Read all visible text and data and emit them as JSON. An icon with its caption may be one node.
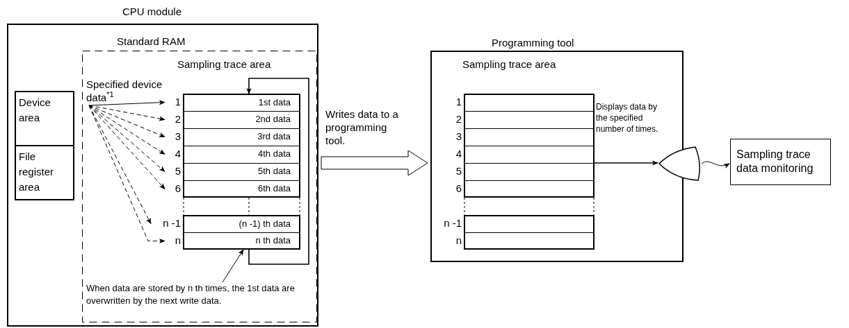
{
  "diagram": {
    "nodes": [
      {
        "text": [
          "CPU module"
        ]
      },
      {
        "text": [
          "Standard RAM"
        ],
        "in": 0
      },
      {
        "text": [
          "Device area"
        ],
        "in": 0
      },
      {
        "text": [
          "File register area"
        ],
        "in": 0
      },
      {
        "text": [
          "Sampling trace area"
        ],
        "in": 1
      },
      {
        "text": [
          "1st data"
        ],
        "in": 4,
        "beside": [
          "1"
        ]
      },
      {
        "text": [
          "2nd data"
        ],
        "in": 4,
        "beside": [
          "2"
        ]
      },
      {
        "text": [
          "3rd data"
        ],
        "in": 4,
        "beside": [
          "3"
        ]
      },
      {
        "text": [
          "4th data"
        ],
        "in": 4,
        "beside": [
          "4"
        ]
      },
      {
        "text": [
          "5th data"
        ],
        "in": 4,
        "beside": [
          "5"
        ]
      },
      {
        "text": [
          "6th data"
        ],
        "in": 4,
        "beside": [
          "6"
        ]
      },
      {
        "text": [
          "(n -1) th data"
        ],
        "in": 4,
        "beside": [
          "n -1"
        ]
      },
      {
        "text": [
          "n th data"
        ],
        "in": 4,
        "beside": [
          "n"
        ]
      },
      {
        "text": [
          "Specified device data$^{*1}$"
        ],
        "in": 1
      },
      {
        "text": [
          "When data are stored by n th times, the 1st data are overwritten by the next write data."
        ],
        "in": 1
      },
      {
        "text": [
          "Programming tool"
        ]
      },
      {
        "text": [
          "Sampling trace area"
        ],
        "in": 15
      },
      {
        "text": [],
        "shape": "box",
        "in": 16,
        "beside": [
          "1"
        ]
      },
      {
        "text": [],
        "shape": "box",
        "in": 16,
        "beside": [
          "2"
        ]
      },
      {
        "text": [],
        "shape": "box",
        "in": 16,
        "beside": [
          "3"
        ]
      },
      {
        "text": [],
        "shape": "box",
        "in": 16,
        "beside": [
          "4"
        ]
      },
      {
        "text": [],
        "shape": "box",
        "in": 16,
        "beside": [
          "5"
        ]
      },
      {
        "text": [],
        "shape": "box",
        "in": 16,
        "beside": [
          "6"
        ]
      },
      {
        "text": [],
        "shape": "box",
        "in": 16,
        "beside": [
          "n -1"
        ]
      },
      {
        "text": [],
        "shape": "box",
        "in": 16,
        "beside": [
          "n"
        ]
      },
      {
        "text": [],
        "shape": "display"
      },
      {
        "text": [
          "Sampling trace data monitoring"
        ]
      }
    ],
    "edges": [
      {
        "from": 13,
        "to": 5,
        "arrow": "to"
      },
      {
        "from": 13,
        "to": 6,
        "arrow": "to",
        "style": "dashed"
      },
      {
        "from": 13,
        "to": 7,
        "arrow": "to",
        "style": "dashed"
      },
      {
        "from": 13,
        "to": 8,
        "arrow": "to",
        "style": "dashed"
      },
      {
        "from": 13,
        "to": 9,
        "arrow": "to",
        "style": "dashed"
      },
      {
        "from": 13,
        "to": 10,
        "arrow": "to",
        "style": "dashed"
      },
      {
        "from": 13,
        "to": 11,
        "arrow": "to",
        "style": "dashed"
      },
      {
        "from": 13,
        "to": 12,
        "arrow": "to",
        "style": "dashed"
      },
      {
        "from": 12,
        "to": 5,
        "arrow": "to"
      },
      {
        "from": 14,
        "to": 12,
        "arrow": "to"
      },
      {
        "from": 0,
        "to": 15,
        "arrow": "to",
        "style": "thick",
        "label": "Writes data to a programming tool."
      },
      {
        "from": 16,
        "to": 25,
        "arrow": "to",
        "label": "Displays data by the specified number of times."
      },
      {
        "from": 25,
        "to": 26,
        "arrow": "to"
      }
    ]
  }
}
